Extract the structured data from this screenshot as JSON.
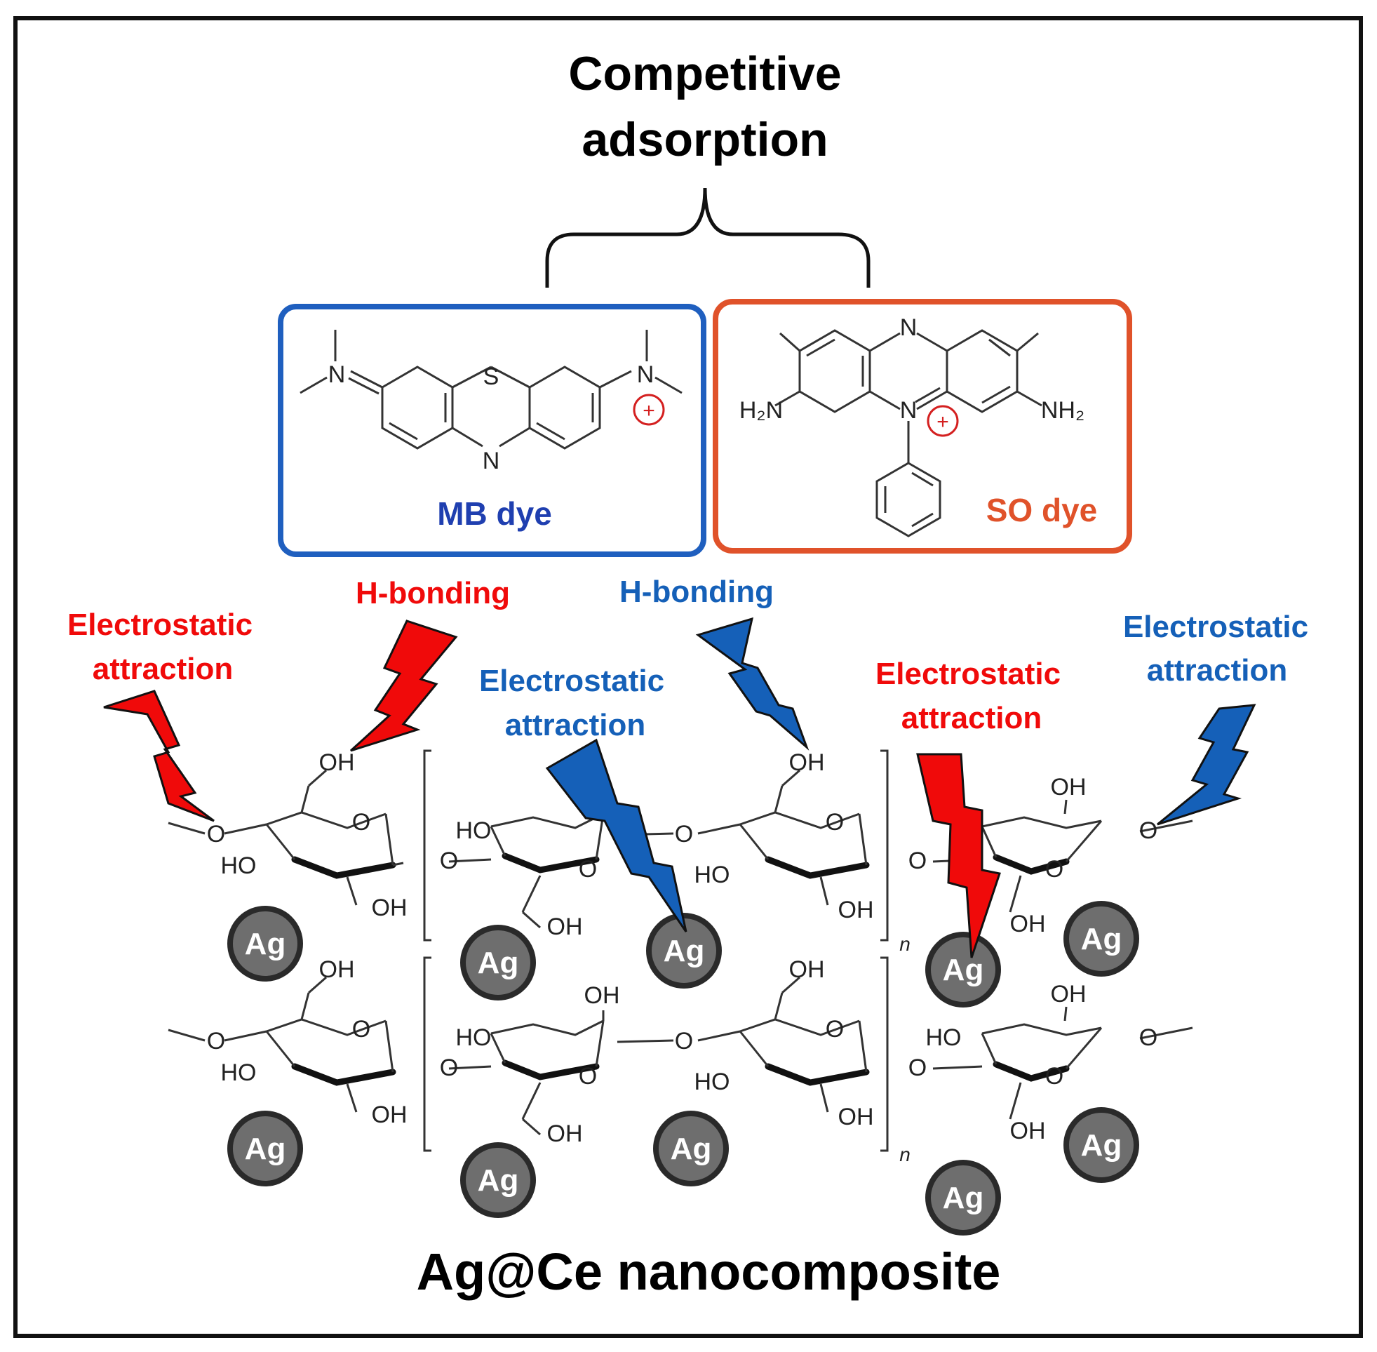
{
  "title": {
    "line1": "Competitive",
    "line2": "adsorption"
  },
  "dyes": {
    "mb": {
      "label": "MB dye",
      "color": "#1f5fbf",
      "label_color": "#1f3fb0"
    },
    "so": {
      "label": "SO dye",
      "color": "#e0522a",
      "label_color": "#e0522a"
    }
  },
  "atoms": {
    "N": "N",
    "S": "S",
    "plus": "+",
    "H2N": "H₂N",
    "NH2": "NH₂",
    "OH": "OH",
    "HO": "HO",
    "O": "O",
    "n": "n",
    "Ag": "Ag"
  },
  "mechanisms": [
    {
      "line1": "Electrostatic",
      "line2": "attraction",
      "color": "red"
    },
    {
      "line1": "H-bonding",
      "color": "red"
    },
    {
      "line1": "H-bonding",
      "color": "blue"
    },
    {
      "line1": "Electrostatic",
      "line2": "attraction",
      "color": "blue"
    },
    {
      "line1": "Electrostatic",
      "line2": "attraction",
      "color": "red"
    },
    {
      "line1": "Electrostatic",
      "line2": "attraction",
      "color": "blue"
    }
  ],
  "colors": {
    "red": "#f00a0a",
    "blue": "#1560b8",
    "ag_fill": "#6e6e6e",
    "ag_stroke": "#2a2a2a"
  },
  "bottom_title": "Ag@Ce nanocomposite"
}
